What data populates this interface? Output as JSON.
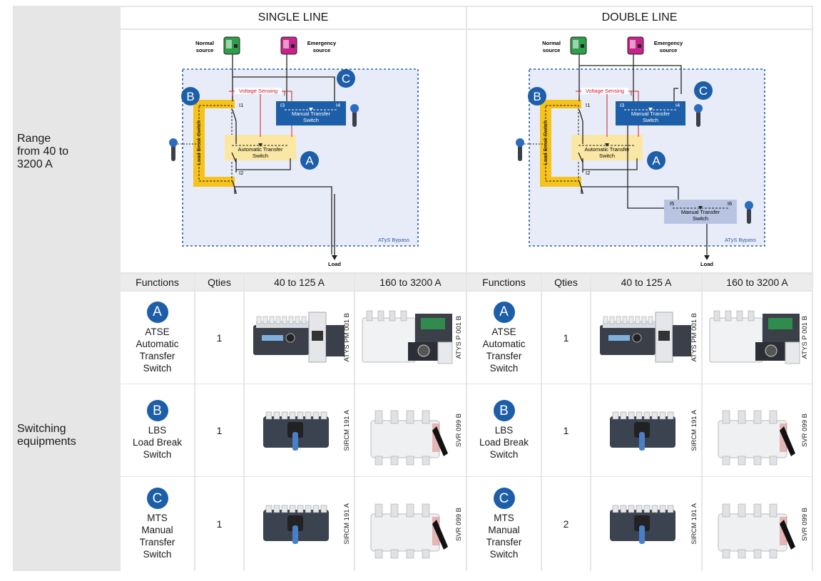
{
  "header": {
    "single_line": "SINGLE LINE",
    "double_line": "DOUBLE LINE"
  },
  "rows": {
    "range_label": "Range\nfrom 40 to\n3200 A",
    "switching_label": "Switching\nequipments"
  },
  "columns": {
    "functions": "Functions",
    "qties": "Qties",
    "range_low": "40 to 125 A",
    "range_high": "160 to 3200 A"
  },
  "diagram": {
    "normal_source": [
      "Normal",
      "source"
    ],
    "emergency_source": [
      "Emergency",
      "source"
    ],
    "voltage_sensing": "Voltage Sensing",
    "lbs_label": "Load Break Switch",
    "ats_label": [
      "Automatic Transfer",
      "Switch"
    ],
    "mts_label": [
      "Manual Transfer",
      "Switch"
    ],
    "load": "Load",
    "bypass": "ATyS Bypass",
    "i1": "I1",
    "i2": "I2",
    "i3": "I3",
    "i4": "I4",
    "i5": "I5",
    "i6": "I6",
    "badge_a": "A",
    "badge_b": "B",
    "badge_c": "C",
    "colors": {
      "badge": "#1d5ea8",
      "lbs_yellow": "#f6c21c",
      "ats_fill": "#fbe7a4",
      "mts_blue": "#1d5ea8",
      "mts2_fill": "#b8c4e2",
      "sensing_red": "#c8202c",
      "zone_fill": "#e8ecf8",
      "normal_green": "#2e9e4a",
      "emergency_magenta": "#c8238a"
    }
  },
  "equipment": [
    {
      "badge": "A",
      "code": "ATSE",
      "name": "Automatic\nTransfer\nSwitch",
      "qty_single": "1",
      "qty_double": "1",
      "ref_low": "ATYS PM 001 B",
      "ref_high": "ATYS P 001 B",
      "icon_low": "atys-pm-product-icon",
      "icon_high": "atys-p-product-icon"
    },
    {
      "badge": "B",
      "code": "LBS",
      "name": "Load Break\nSwitch",
      "qty_single": "1",
      "qty_double": "1",
      "ref_low": "SIRCM 191 A",
      "ref_high": "SVR 099 B",
      "icon_low": "sircm-switch-icon",
      "icon_high": "svr-switch-icon"
    },
    {
      "badge": "C",
      "code": "MTS",
      "name": "Manual\nTransfer\nSwitch",
      "qty_single": "1",
      "qty_double": "2",
      "ref_low": "SIRCM 191 A",
      "ref_high": "SVR 099 B",
      "icon_low": "sircm-switch-icon",
      "icon_high": "svr-switch-icon"
    }
  ]
}
